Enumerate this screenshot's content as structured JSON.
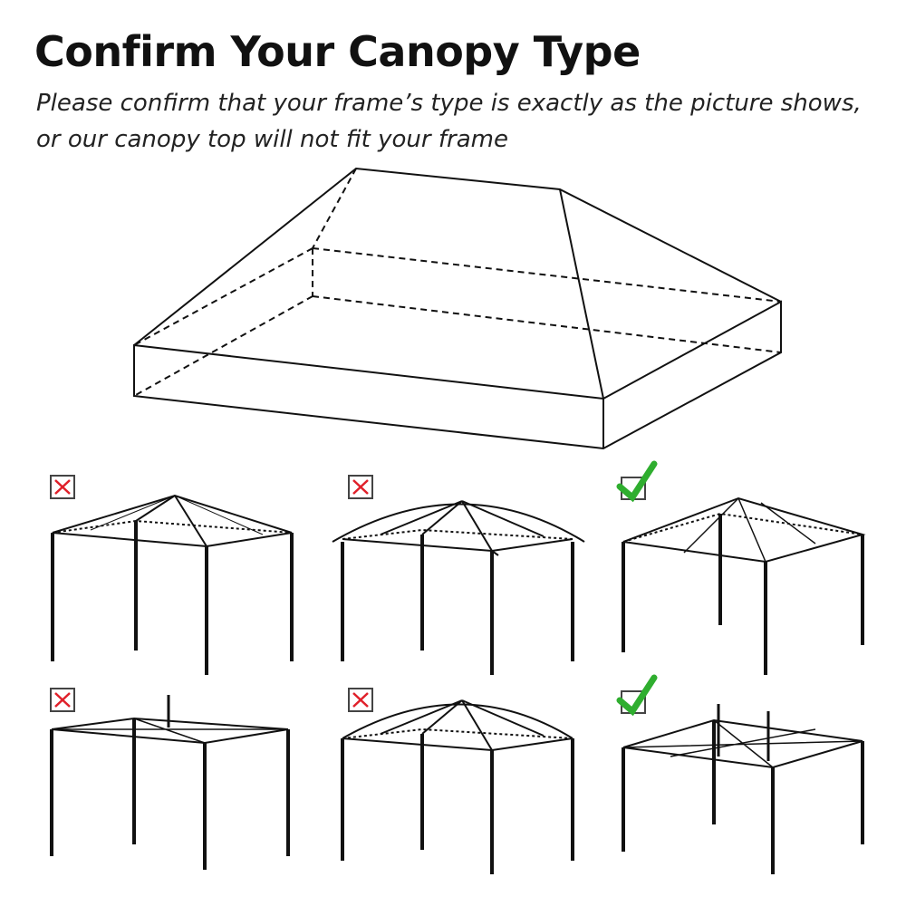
{
  "title": "Confirm Your Canopy Type",
  "subtitle_line1": "Please confirm that your frame’s type is exactly as the picture shows,",
  "subtitle_line2": "or our canopy top will not fit your frame",
  "colors": {
    "wrong": "#e0202a",
    "correct": "#2fae2f",
    "line": "#111111"
  },
  "options": [
    {
      "name": "pyramid-top-frame",
      "status": "wrong",
      "icon": "red-x-icon"
    },
    {
      "name": "domed-top-frame",
      "status": "wrong",
      "icon": "red-x-icon"
    },
    {
      "name": "two-tier-slope-frame",
      "status": "correct",
      "icon": "green-check-icon"
    },
    {
      "name": "flat-top-center-pole-frame",
      "status": "wrong",
      "icon": "red-x-icon"
    },
    {
      "name": "domed-top-frame-2",
      "status": "wrong",
      "icon": "red-x-icon"
    },
    {
      "name": "flat-top-two-pole-frame",
      "status": "correct",
      "icon": "green-check-icon"
    }
  ]
}
